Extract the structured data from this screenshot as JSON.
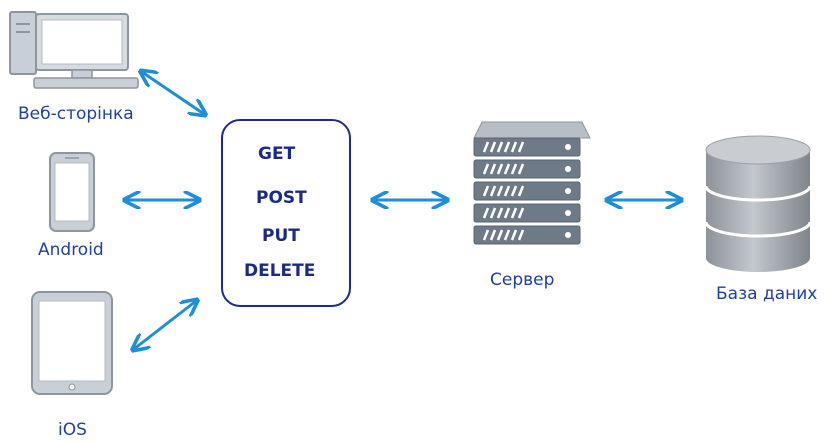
{
  "clients": {
    "web_label": "Веб-сторінка",
    "android_label": "Android",
    "ios_label": "iOS"
  },
  "api": {
    "methods": [
      "GET",
      "POST",
      "PUT",
      "DELETE"
    ]
  },
  "server": {
    "label": "Сервер"
  },
  "database": {
    "label": "База даних"
  },
  "colors": {
    "arrow": "#1e8fd6",
    "box_border": "#1f2a9a",
    "label_text": "#1f3fa8",
    "device_fill": "#c9cfd6",
    "device_outline": "#8d96a0",
    "server_fill": "#6f7a88",
    "db_fill": "#a7adb3"
  }
}
